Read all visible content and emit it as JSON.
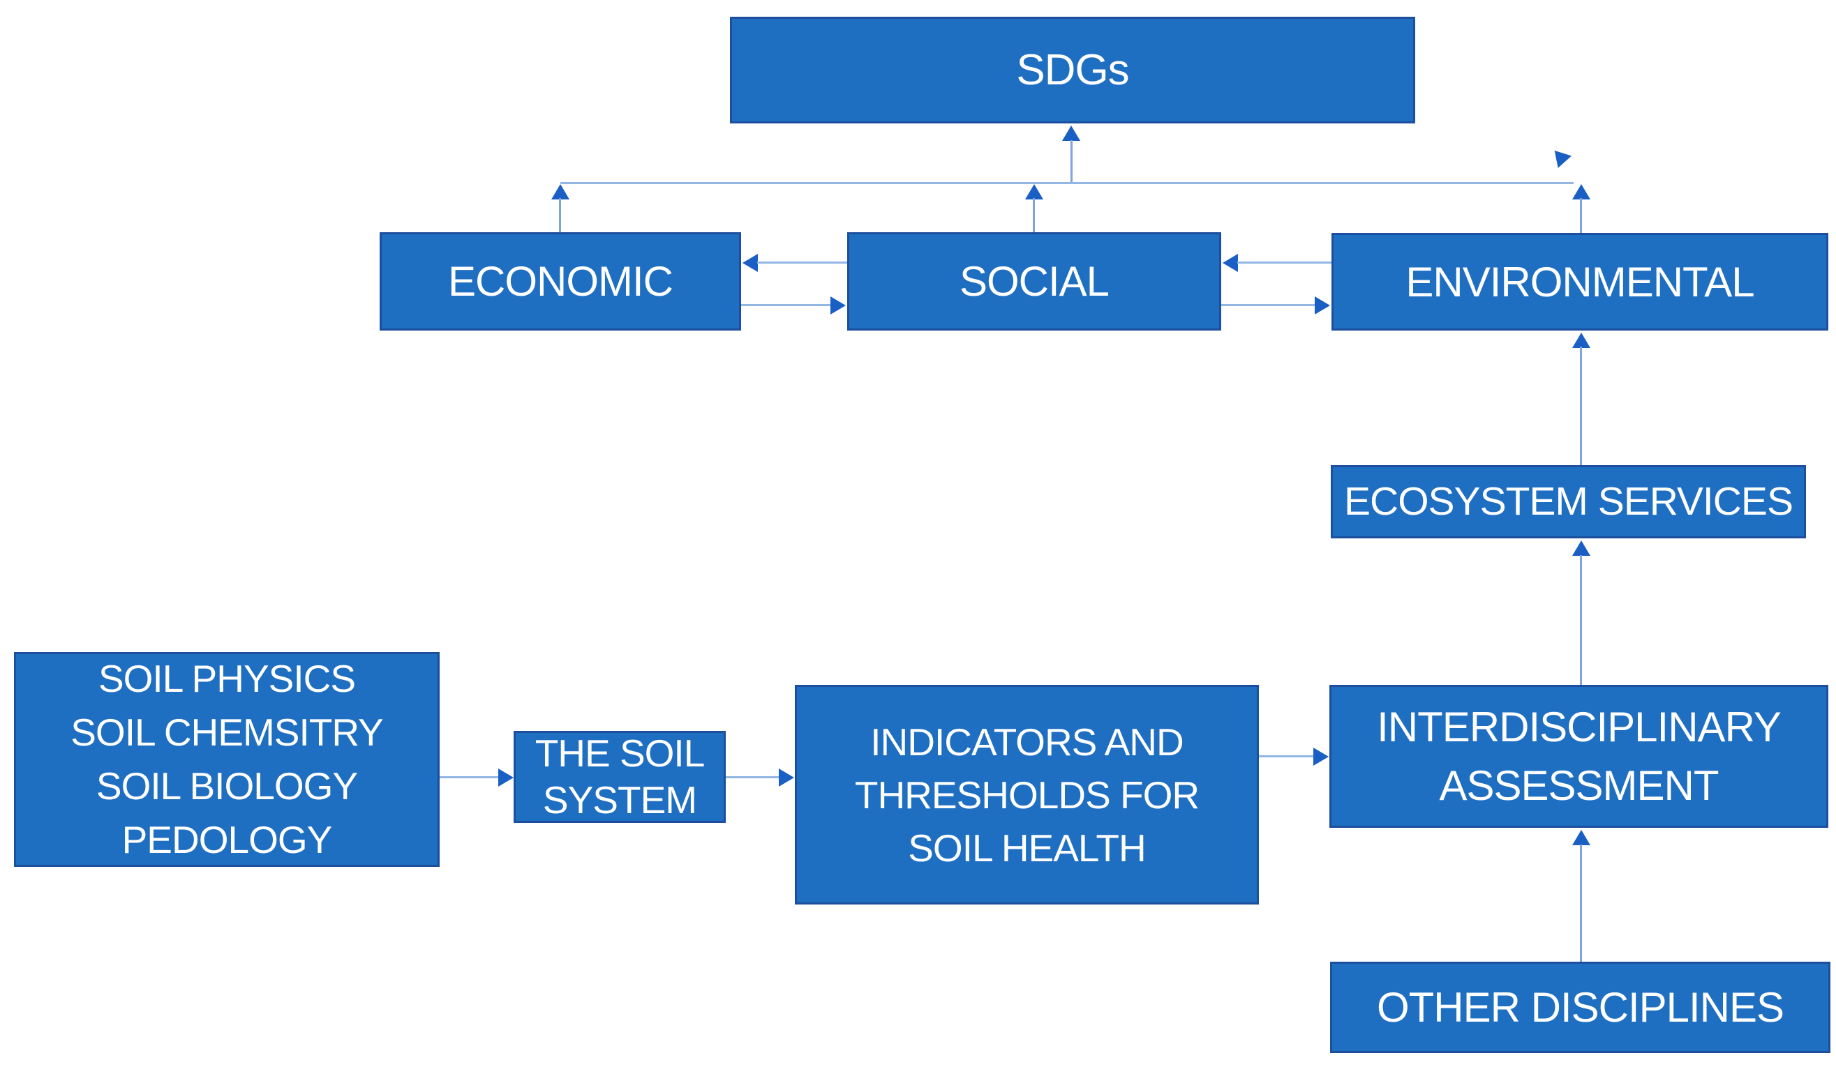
{
  "diagram": {
    "title_node": "SDGs",
    "colors": {
      "background": "#ffffff",
      "box_fill": "#1e6ec1",
      "box_border": "#1c4f9e",
      "connector": "#93b7e4",
      "connector_dark": "#7fa4da",
      "arrowhead": "#1a5fc4",
      "text_color": "#ffffff"
    },
    "nodes": {
      "sdgs": {
        "label": "SDGs"
      },
      "economic": {
        "label": "ECONOMIC"
      },
      "social": {
        "label": "SOCIAL"
      },
      "environmental": {
        "label": "ENVIRONMENTAL"
      },
      "ecosystem_services": {
        "label": "ECOSYSTEM SERVICES"
      },
      "interdisciplinary": {
        "label": "INTERDISCIPLINARY\nASSESSMENT"
      },
      "other_disciplines": {
        "label": "OTHER DISCIPLINES"
      },
      "soil_disciplines": {
        "label": "SOIL PHYSICS\nSOIL CHEMSITRY\nSOIL BIOLOGY\nPEDOLOGY"
      },
      "soil_system": {
        "label": "THE SOIL\nSYSTEM"
      },
      "indicators": {
        "label": "INDICATORS AND\nTHRESHOLDS FOR\nSOIL HEALTH"
      }
    },
    "edges": [
      {
        "from": "soil_disciplines",
        "to": "soil_system",
        "direction": "right"
      },
      {
        "from": "soil_system",
        "to": "indicators",
        "direction": "right"
      },
      {
        "from": "indicators",
        "to": "interdisciplinary",
        "direction": "right"
      },
      {
        "from": "other_disciplines",
        "to": "interdisciplinary",
        "direction": "up"
      },
      {
        "from": "interdisciplinary",
        "to": "ecosystem_services",
        "direction": "up"
      },
      {
        "from": "ecosystem_services",
        "to": "environmental",
        "direction": "up"
      },
      {
        "from": "economic",
        "to": "sdgs",
        "direction": "up"
      },
      {
        "from": "social",
        "to": "sdgs",
        "direction": "up"
      },
      {
        "from": "environmental",
        "to": "sdgs",
        "direction": "up"
      },
      {
        "from": "social",
        "to": "economic",
        "direction": "left"
      },
      {
        "from": "economic",
        "to": "social",
        "direction": "right"
      },
      {
        "from": "environmental",
        "to": "social",
        "direction": "left"
      },
      {
        "from": "social",
        "to": "environmental",
        "direction": "right"
      }
    ]
  }
}
